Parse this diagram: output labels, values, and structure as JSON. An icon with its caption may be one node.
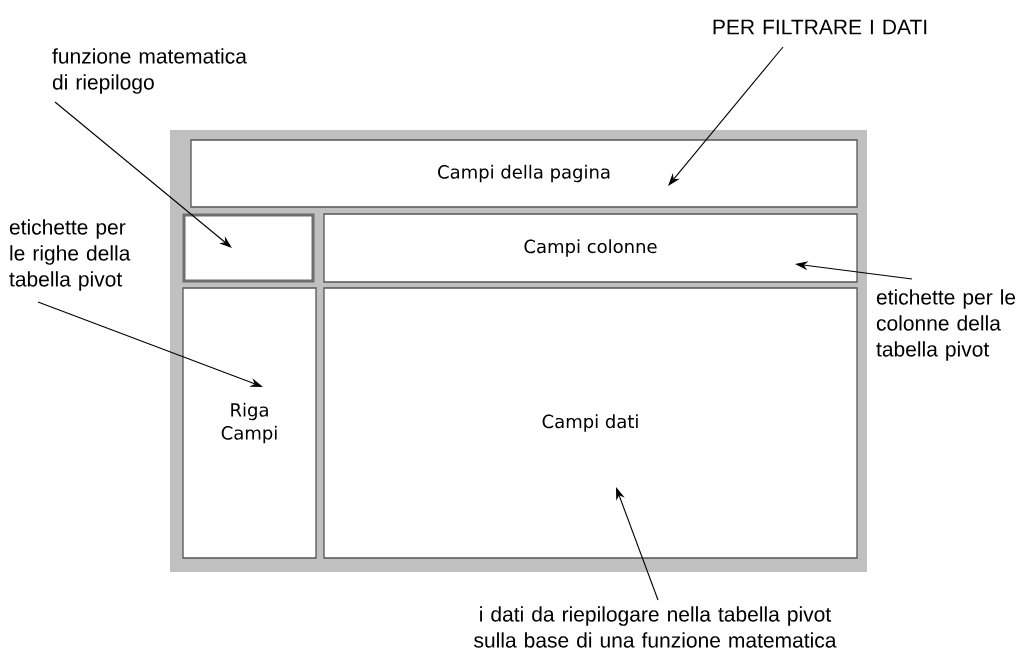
{
  "diagram": {
    "nodes": [
      {
        "text": [],
        "shape": "box"
      },
      {
        "text": [
          "Campi della pagina"
        ],
        "in": 0
      },
      {
        "text": [],
        "shape": "box",
        "in": 0
      },
      {
        "text": [
          "Campi colonne"
        ],
        "in": 0
      },
      {
        "text": [
          "Riga Campi"
        ],
        "in": 0
      },
      {
        "text": [
          "Campi dati"
        ],
        "in": 0
      },
      {
        "text": [
          "PER FILTRARE I DATI"
        ]
      },
      {
        "text": [
          "funzione matematica di riepilogo"
        ]
      },
      {
        "text": [
          "etichette per le righe della tabella pivot"
        ]
      },
      {
        "text": [
          "etichette per le colonne della tabella pivot"
        ]
      },
      {
        "text": [
          "i dati da riepilogare nella tabella pivot sulla base di una funzione matematica"
        ]
      }
    ],
    "edges": [
      {
        "from": 6,
        "to": 1,
        "arrow": "to"
      },
      {
        "from": 7,
        "to": 2,
        "arrow": "to"
      },
      {
        "from": 8,
        "to": 4,
        "arrow": "to"
      },
      {
        "from": 9,
        "to": 3,
        "arrow": "to"
      },
      {
        "from": 10,
        "to": 5,
        "arrow": "to"
      }
    ]
  }
}
